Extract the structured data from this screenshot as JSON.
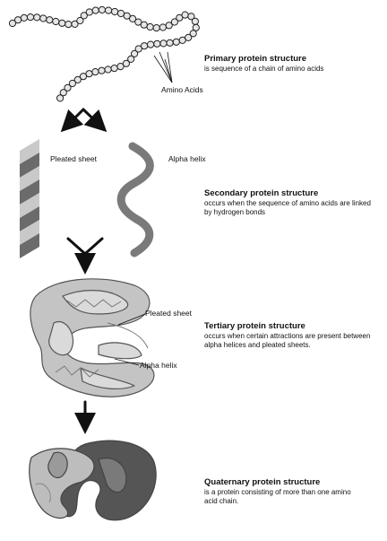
{
  "levels": [
    {
      "title": "Primary protein structure",
      "description": "is sequence of a chain of amino acids"
    },
    {
      "title": "Secondary protein structure",
      "description": "occurs when the sequence of amino acids are linked by hydrogen bonds"
    },
    {
      "title": "Tertiary protein structure",
      "description": "occurs when certain attractions are present between alpha helices and pleated sheets."
    },
    {
      "title": "Quaternary protein structure",
      "description": "is a protein consisting of more than one amino acid chain."
    }
  ],
  "labels": {
    "amino_acids": "Amino Acids",
    "pleated_sheet": "Pleated sheet",
    "alpha_helix": "Alpha helix",
    "tertiary_pleated_sheet": "Pleated sheet",
    "tertiary_alpha_helix": "Alpha helix"
  },
  "colors": {
    "bead_fill": "#e6e6e6",
    "sheet_light": "#c9c9c9",
    "sheet_dark": "#6b6b6b",
    "helix": "#7a7a7a",
    "tertiary_fill": "#c4c4c4",
    "quaternary_light": "#bdbdbd",
    "quaternary_dark": "#555555"
  }
}
